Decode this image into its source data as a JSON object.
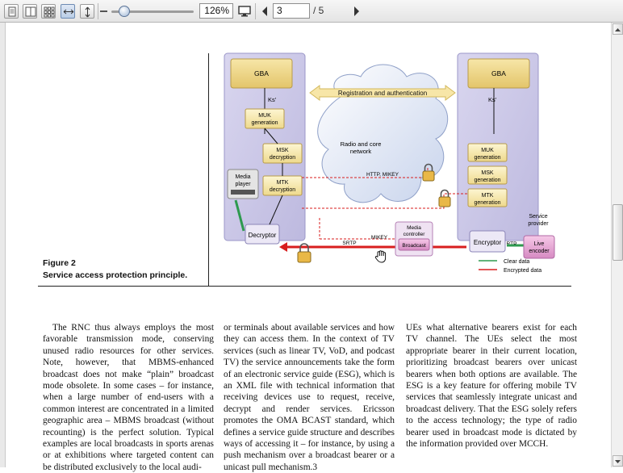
{
  "toolbar": {
    "zoom_value": "126%",
    "page_number": "3",
    "page_total": "/ 5",
    "zoom_level_percent": 126
  },
  "figure": {
    "label": "Figure 2",
    "caption": "Service access protection principle.",
    "labels": {
      "gba_left": "GBA",
      "gba_right": "GBA",
      "registration": "Registration and authentication",
      "ks_left": "Ks'",
      "ks_right": "Ks'",
      "muk_left": "MUK generation",
      "muk_right": "MUK generation",
      "msk_left": "MSK decryption",
      "msk_right": "MSK generation",
      "mtk_left": "MTK decryption",
      "mtk_right": "MTK generation",
      "media_player": "Media player",
      "decryptor": "Decryptor",
      "encryptor": "Encryptor",
      "radio_core": "Radio and core network",
      "http_mikey": "HTTP, MIKEY",
      "mikey": "MIKEY",
      "srtp": "SRTP",
      "rtp": "RTP",
      "media_controller": "Media controller",
      "broadcast": "Broadcast",
      "service_provider": "Service provider",
      "live_encoder": "Live encoder",
      "legend_clear": "Clear data",
      "legend_encrypted": "Encrypted data"
    },
    "colors": {
      "clear": "#2e9a4f",
      "encrypted": "#d81e1e",
      "panel": "#c9c6e6",
      "gba": "#f0d98a"
    }
  },
  "body_text": {
    "col1": "The RNC thus always employs the most favorable transmission mode, conserving unused radio resources for other services. Note, however, that MBMS-enhanced broadcast does not make “plain” broadcast mode obsolete. In some cases – for instance, when a large number of end-users with a common interest are concentrated in a limited geographic area – MBMS broadcast (without recounting) is the perfect solution. Typical examples are local broadcasts in sports arenas or at exhibitions where targeted content can be distributed exclusively to the local audi-",
    "col2": "or terminals about available services and how they can access them. In the context of TV services (such as linear TV, VoD, and podcast TV) the service announcements take the form of an electronic service guide (ESG), which is an XML file with technical information that receiving devices use to request, receive, decrypt and render services. Ericsson promotes the OMA BCAST standard, which defines a service guide structure and describes ways of accessing it – for instance, by using a push mechanism over a broadcast bearer or a unicast pull mechanism.3",
    "col3": "UEs what alternative bearers exist for each TV channel. The UEs select the most appropriate bearer in their current location, prioritizing broadcast bearers over unicast bearers when both options are available. The ESG is a key feature for offering mobile TV services that seamlessly integrate unicast and broadcast delivery. That the ESG solely refers to the access technology; the type of radio bearer used in broadcast mode is dictated by the information provided over MCCH."
  },
  "icons": {
    "single_page": "single-page-icon",
    "two_page": "two-page-icon",
    "grid": "grid-view-icon",
    "fit_width": "fit-width-icon",
    "fit_height": "fit-height-icon",
    "fullscreen": "monitor-icon",
    "prev": "prev-page-icon",
    "next": "next-page-icon",
    "lock": "lock-icon",
    "hand": "hand-cursor-icon"
  }
}
